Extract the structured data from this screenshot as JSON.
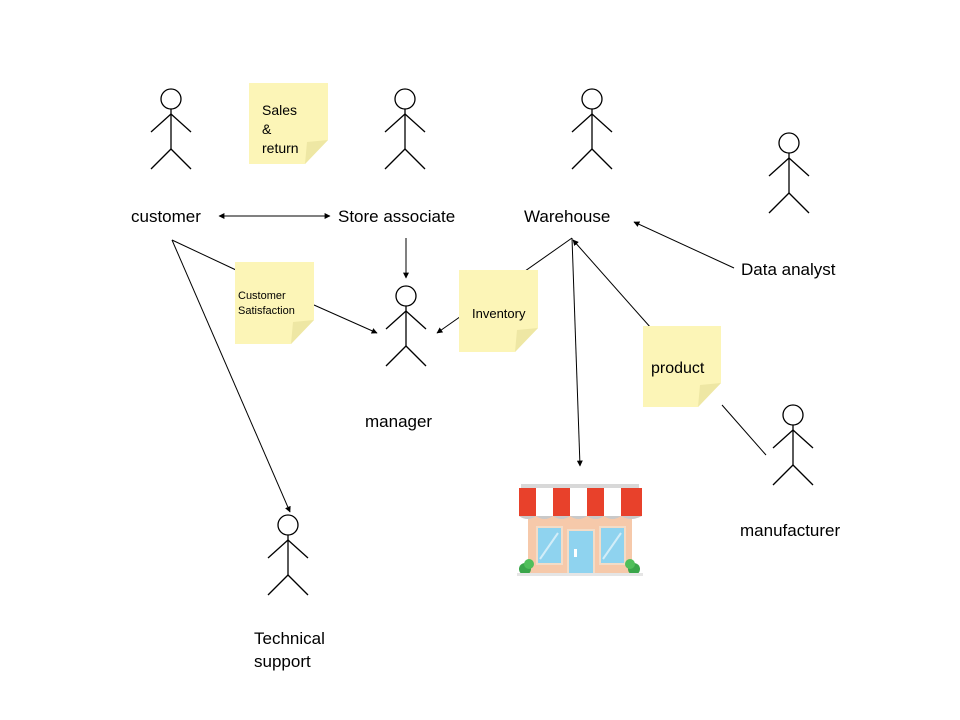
{
  "actors": {
    "customer": "customer",
    "store_associate": "Store associate",
    "warehouse": "Warehouse",
    "data_analyst": "Data analyst",
    "manager": "manager",
    "manufacturer": "manufacturer",
    "technical_support": [
      "Technical",
      "support"
    ]
  },
  "notes": {
    "sales_return": [
      "Sales",
      "&",
      "return"
    ],
    "customer_satisfaction": [
      "Customer",
      "Satisfaction"
    ],
    "inventory": "Inventory",
    "product": "product"
  },
  "colors": {
    "note_fill": "#fcf5b7",
    "note_fold": "#eee7a4",
    "line": "#000000",
    "awning_red": "#e8412b",
    "awning_white": "#ffffff",
    "store_wall": "#f6c9aa",
    "store_glass": "#8fd3ef",
    "bush": "#3aa64a"
  },
  "icons": {
    "store": "store-icon"
  }
}
